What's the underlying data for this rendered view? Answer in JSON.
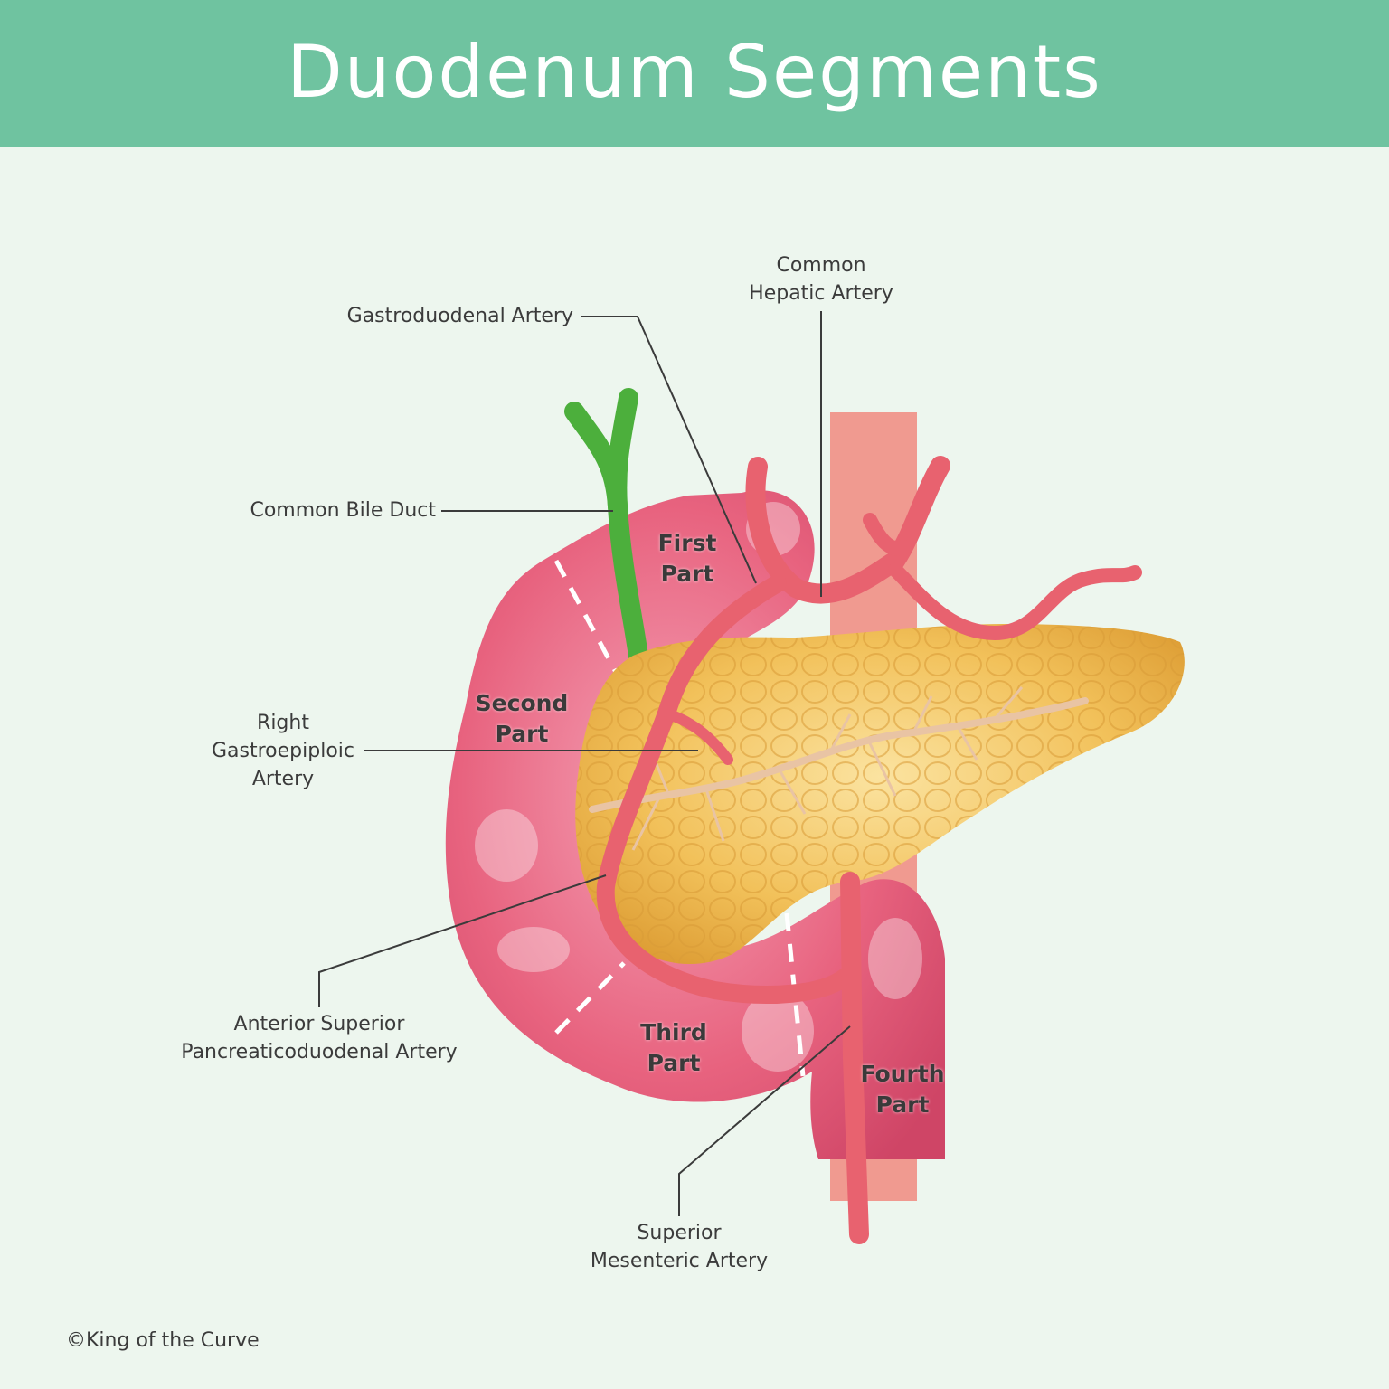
{
  "title": "Duodenum Segments",
  "colors": {
    "header": "#6fc3a0",
    "background": "#edf6ee",
    "duodenum": "#e8637f",
    "pancreas": "#f2c15a",
    "artery": "#e8626f",
    "aorta": "#f09a90",
    "bile_duct": "#4caf3c"
  },
  "segments": {
    "first": "First\nPart",
    "second": "Second\nPart",
    "third": "Third\nPart",
    "fourth": "Fourth\nPart"
  },
  "labels": {
    "gastroduodenal_artery": "Gastroduodenal Artery",
    "common_hepatic_artery": "Common\nHepatic Artery",
    "common_bile_duct": "Common Bile Duct",
    "right_gastroepiploic_artery": "Right\nGastroepiploic\nArtery",
    "anterior_superior_pd_artery": "Anterior Superior\nPancreaticoduodenal Artery",
    "superior_mesenteric_artery": "Superior\nMesenteric Artery"
  },
  "copyright": "©King of the Curve"
}
